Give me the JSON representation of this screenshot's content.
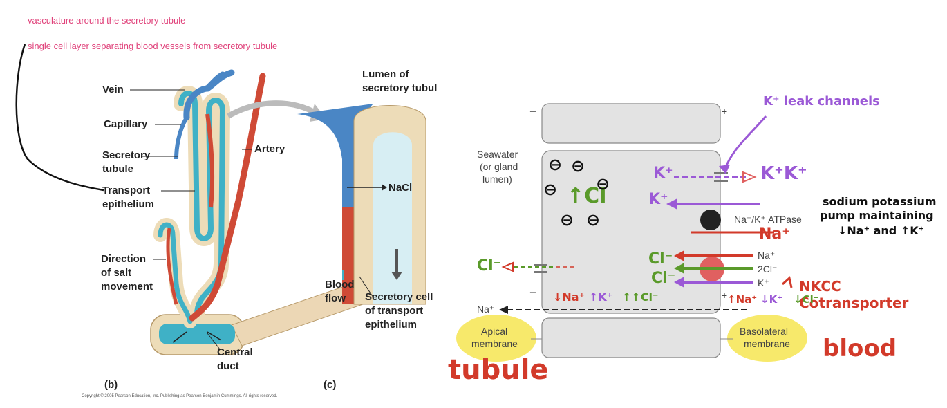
{
  "notes": {
    "note1": "vasculature around the secretory tubule",
    "note2": "single cell layer separating blood vessels from secretory tubule"
  },
  "panel_b": {
    "vein": "Vein",
    "capillary": "Capillary",
    "secretory_tubule_1": "Secretory",
    "secretory_tubule_2": "tubule",
    "artery": "Artery",
    "transport_epithelium_1": "Transport",
    "transport_epithelium_2": "epithelium",
    "direction_1": "Direction",
    "direction_2": "of salt",
    "direction_3": "movement",
    "central_duct_1": "Central",
    "central_duct_2": "duct",
    "panel_label": "(b)"
  },
  "panel_c": {
    "lumen_1": "Lumen of",
    "lumen_2": "secretory tubul",
    "nacl": "NaCl",
    "blood_flow_1": "Blood",
    "blood_flow_2": "flow",
    "secretory_cell_1": "Secretory cell",
    "secretory_cell_2": "of transport",
    "secretory_cell_3": "epithelium",
    "panel_label": "(c)"
  },
  "copyright": "Copyright © 2005 Pearson Education, Inc. Publishing as Pearson Benjamin Cummings. All rights reserved.",
  "cell_diagram": {
    "seawater_1": "Seawater",
    "seawater_2": "(or gland",
    "seawater_3": "lumen)",
    "minus_top": "−",
    "plus_top": "+",
    "minus_bottom": "−",
    "plus_bottom": "+",
    "atpase": "Na⁺/K⁺ ATPase",
    "na_small": "Na⁺",
    "cl_small": "2Cl⁻",
    "k_small": "K⁺",
    "na_leak": "Na⁺",
    "apical": [
      "Apical",
      "membrane"
    ],
    "basolateral": [
      "Basolateral",
      "membrane"
    ]
  },
  "annotations": {
    "k_leak": "K⁺ leak channels",
    "pump_1": "sodium potassium",
    "pump_2": "pump maintaining",
    "pump_3": "↓Na⁺ and ↑K⁺",
    "nkcc": "NKCC Cotransporter",
    "tubule": "tubule",
    "blood": "blood",
    "k_left_1": "K⁺",
    "k_right": "K⁺K⁺",
    "k_left_2": "K⁺",
    "na_red": "Na⁺",
    "cl_green_1": "Cl⁻",
    "cl_green_2": "Cl⁻",
    "cl_green_3": "Cl⁻",
    "cl_big": "Cl",
    "bottom_left": [
      "↓Na⁺",
      "↑K⁺",
      "↑↑Cl⁻"
    ],
    "bottom_right": [
      "↑Na⁺",
      "↓K⁺",
      "↓Cl⁻"
    ],
    "neg_symbol": "⊖"
  },
  "colors": {
    "pink": "#e0417a",
    "purple": "#9b59d6",
    "red": "#d23a2a",
    "green": "#5a9a2a",
    "highlight": "#f7e96b",
    "vein": "#4a86c5",
    "artery": "#cf4a36"
  }
}
